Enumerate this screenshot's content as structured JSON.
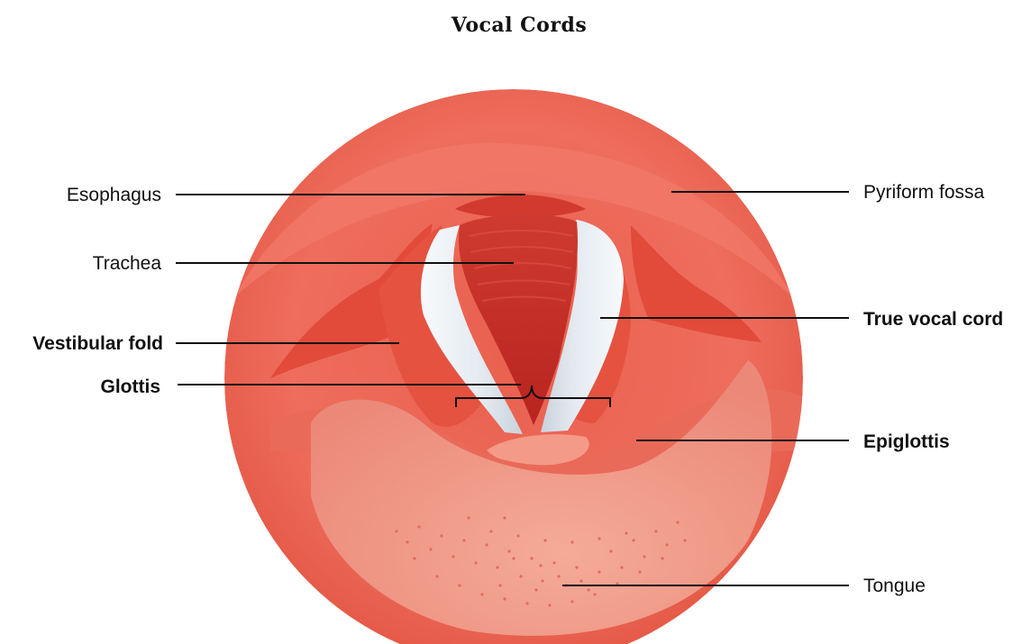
{
  "title": "Vocal Cords",
  "labels": {
    "esophagus": "Esophagus",
    "trachea": "Trachea",
    "vestibular_fold": "Vestibular fold",
    "glottis": "Glottis",
    "pyriform_fossa": "Pyriform fossa",
    "true_vocal_cord": "True vocal cord",
    "epiglottis": "Epiglottis",
    "tongue": "Tongue"
  },
  "colors": {
    "tissue_outer": "#ef7364",
    "tissue_mid": "#e8604f",
    "tissue_deep": "#d8402f",
    "trachea": "#c8302a",
    "vocal_cord": "#e9eef3",
    "tongue": "#f2a08c",
    "ink": "#111111"
  }
}
